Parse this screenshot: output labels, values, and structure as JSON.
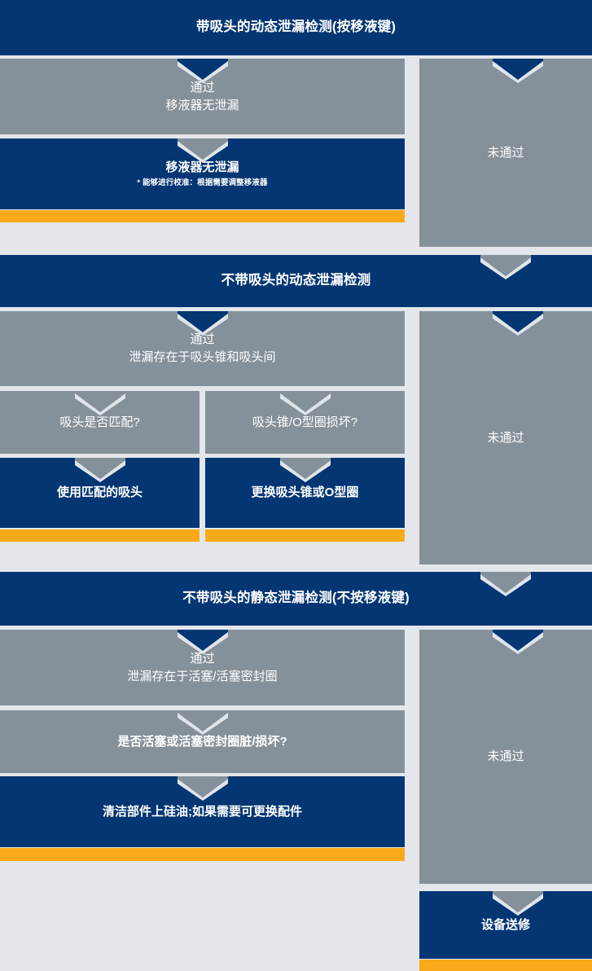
{
  "palette": {
    "blue": "#043673",
    "gray": "#85919a",
    "orange": "#f9a91a",
    "background": "#e3e7eb",
    "text": "#ffffff"
  },
  "flow": {
    "title": "带吸头的动态泄漏检测(按移液键)",
    "pass_label": "通过",
    "fail_label": "未通过",
    "sections": [
      {
        "id": "section-1",
        "header": "带吸头的动态泄漏检测(按移液键)",
        "pass": {
          "label": "通过",
          "detail": "移液器无泄漏"
        },
        "result": {
          "title": "移液器无泄漏",
          "note": "* 能够进行校准：根据需要调整移液器"
        },
        "fail": {
          "label": "未通过"
        }
      },
      {
        "id": "section-2",
        "header": "不带吸头的动态泄漏检测",
        "pass": {
          "label": "通过",
          "detail": "泄漏存在于吸头锥和吸头间"
        },
        "branches": [
          {
            "question": "吸头是否匹配?",
            "action": "使用匹配的吸头"
          },
          {
            "question": "吸头锥/O型圈损坏?",
            "action": "更换吸头锥或O型圈"
          }
        ],
        "fail": {
          "label": "未通过"
        }
      },
      {
        "id": "section-3",
        "header": "不带吸头的静态泄漏检测(不按移液键)",
        "pass": {
          "label": "通过",
          "detail": "泄漏存在于活塞/活塞密封圈"
        },
        "question": "是否活塞或活塞密封圈脏/损坏?",
        "action": "清洁部件上硅油;如果需要可更换配件",
        "fail": {
          "label": "未通过"
        }
      }
    ],
    "final": {
      "label": "设备送修"
    }
  }
}
